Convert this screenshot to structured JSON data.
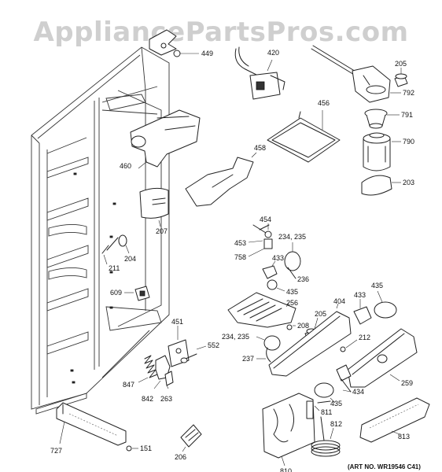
{
  "watermark": "AppliancePartsPros.com",
  "art_number": "(ART NO. WR19546 C41)",
  "callouts": {
    "c449": "449",
    "c420": "420",
    "c205a": "205",
    "c792": "792",
    "c456": "456",
    "c791": "791",
    "c790": "790",
    "c460": "460",
    "c458": "458",
    "c203": "203",
    "c207": "207",
    "c454": "454",
    "c234a": "234, 235",
    "c453": "453",
    "c758": "758",
    "c433a": "433",
    "c236": "236",
    "c204": "204",
    "c211": "211",
    "c435a": "435",
    "c256": "256",
    "c609": "609",
    "c404": "404",
    "c433b": "433",
    "c435b": "435",
    "c205b": "205",
    "c208": "208",
    "c451": "451",
    "c234b": "234, 235",
    "c552": "552",
    "c212": "212",
    "c237": "237",
    "c259": "259",
    "c847": "847",
    "c842": "842",
    "c263": "263",
    "c434": "434",
    "c435c": "435",
    "c811": "811",
    "c727": "727",
    "c812": "812",
    "c813": "813",
    "c151": "151",
    "c206": "206",
    "c810": "810"
  }
}
